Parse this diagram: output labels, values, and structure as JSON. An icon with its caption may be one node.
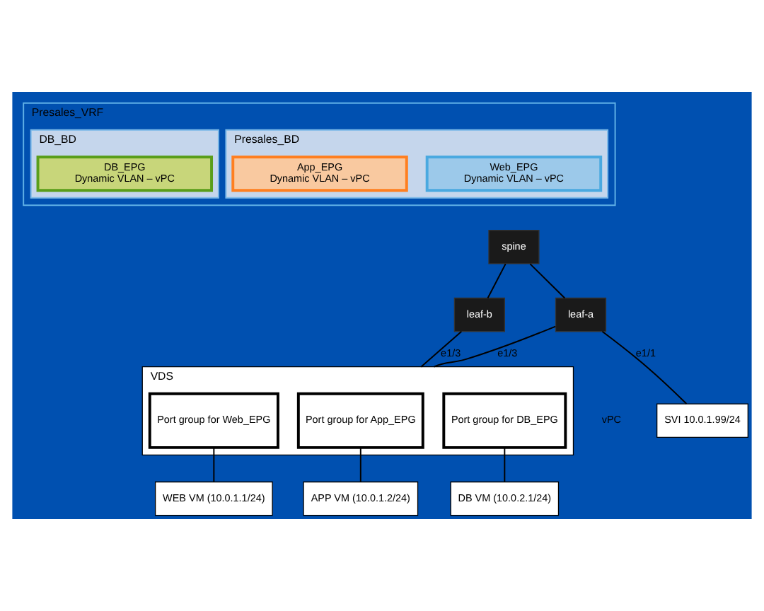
{
  "diagram": {
    "nodes": [
      {
        "text": [
          "Presales_VRF"
        ]
      },
      {
        "text": [
          "Presales_BD"
        ],
        "in": 0
      },
      {
        "text": [
          "Web_EPG",
          "Dynamic VLAN – vPC"
        ],
        "in": 1
      },
      {
        "text": [
          "App_EPG",
          "Dynamic VLAN – vPC"
        ],
        "in": 1
      },
      {
        "text": [
          "DB_BD"
        ],
        "in": 0
      },
      {
        "text": [
          "DB_EPG",
          "Dynamic VLAN – vPC"
        ],
        "in": 4
      },
      {
        "text": [
          "spine"
        ]
      },
      {
        "text": [
          "leaf-a"
        ]
      },
      {
        "text": [
          "leaf-b"
        ]
      },
      {
        "text": [
          "SVI 10.0.1.99/24"
        ]
      },
      {
        "text": [
          "VDS"
        ]
      },
      {
        "text": [
          "Port group for Web_EPG"
        ],
        "in": 10
      },
      {
        "text": [
          "Port group for App_EPG"
        ],
        "in": 10
      },
      {
        "text": [
          "Port group for DB_EPG"
        ],
        "in": 10
      },
      {
        "text": [
          "WEB VM (10.0.1.1/24)"
        ]
      },
      {
        "text": [
          "APP VM (10.0.1.2/24)"
        ]
      },
      {
        "text": [
          "DB VM (10.0.2.1/24)"
        ]
      }
    ],
    "edges": [
      {
        "from": 6,
        "to": 7,
        "arrow": "none"
      },
      {
        "from": 6,
        "to": 8,
        "arrow": "none"
      },
      {
        "from": 7,
        "to": 9,
        "arrow": "none",
        "label": "e1/1"
      },
      {
        "from": 7,
        "to": 10,
        "arrow": "none",
        "label": "e1/3"
      },
      {
        "from": 8,
        "to": 10,
        "arrow": "none",
        "label": "e1/3"
      },
      {
        "from": 11,
        "to": 14,
        "arrow": "none"
      },
      {
        "from": 12,
        "to": 15,
        "arrow": "none"
      },
      {
        "from": 13,
        "to": 16,
        "arrow": "none"
      }
    ],
    "labels": [
      "vPC"
    ]
  }
}
